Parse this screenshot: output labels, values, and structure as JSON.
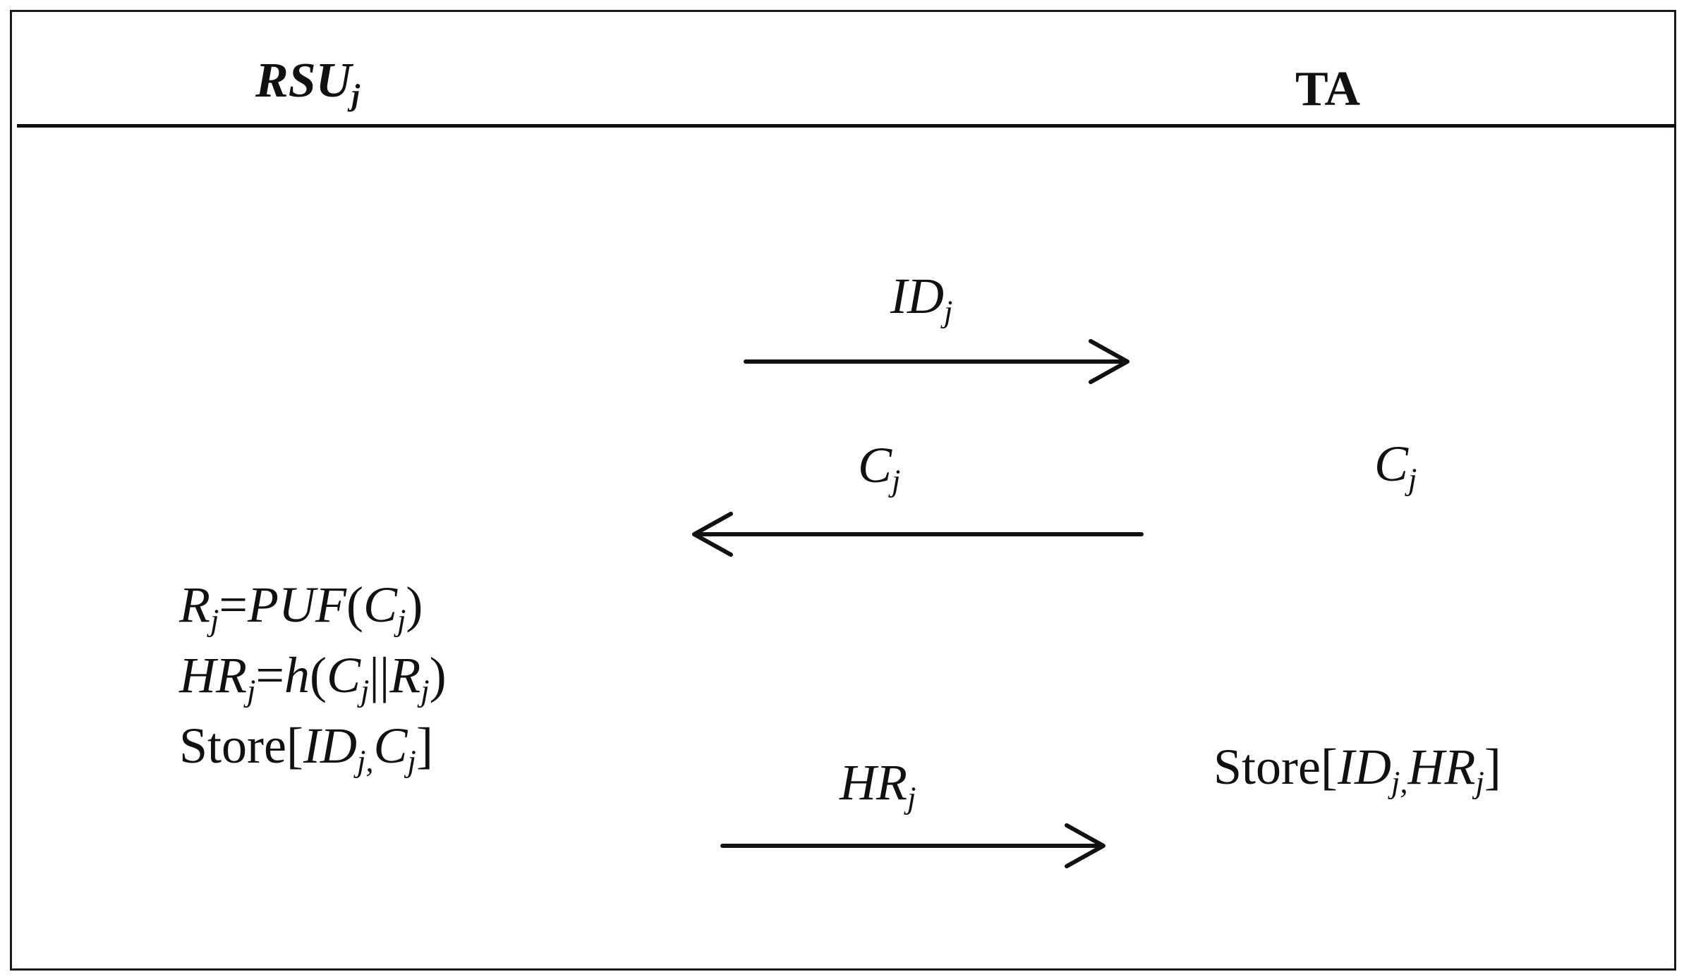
{
  "header": {
    "left_party": {
      "main": "RSU",
      "sub": "j"
    },
    "right_party": "TA"
  },
  "messages": {
    "msg1": {
      "main": "ID",
      "sub": "j",
      "direction": "RSU to TA"
    },
    "msg2": {
      "main": "C",
      "sub": "j",
      "direction": "TA to RSU"
    },
    "msg3": {
      "main": "HR",
      "sub": "j",
      "direction": "RSU to TA"
    }
  },
  "ta_side": {
    "challenge": {
      "main": "C",
      "sub": "j"
    },
    "store": {
      "word": "Store[",
      "id": "ID",
      "id_sub": "j,",
      "hr": "HR",
      "hr_sub": "j",
      "close": "]"
    }
  },
  "rsu_side": {
    "line1": {
      "r": "R",
      "r_sub": "j",
      "eq": "=",
      "puf": "PUF",
      "open": "(",
      "c": "C",
      "c_sub": "j",
      "close": ")"
    },
    "line2": {
      "hr": "HR",
      "hr_sub": "j",
      "eq": "=",
      "h": "h",
      "open": "(",
      "c": "C",
      "c_sub": "j",
      "concat": "||",
      "r": "R",
      "r_sub": "j",
      "close": ")"
    },
    "line3": {
      "word": "Store[",
      "id": "ID",
      "id_sub": "j,",
      "c": "C",
      "c_sub": "j",
      "close": "]"
    }
  },
  "colors": {
    "ink": "#111111",
    "background": "#ffffff"
  }
}
